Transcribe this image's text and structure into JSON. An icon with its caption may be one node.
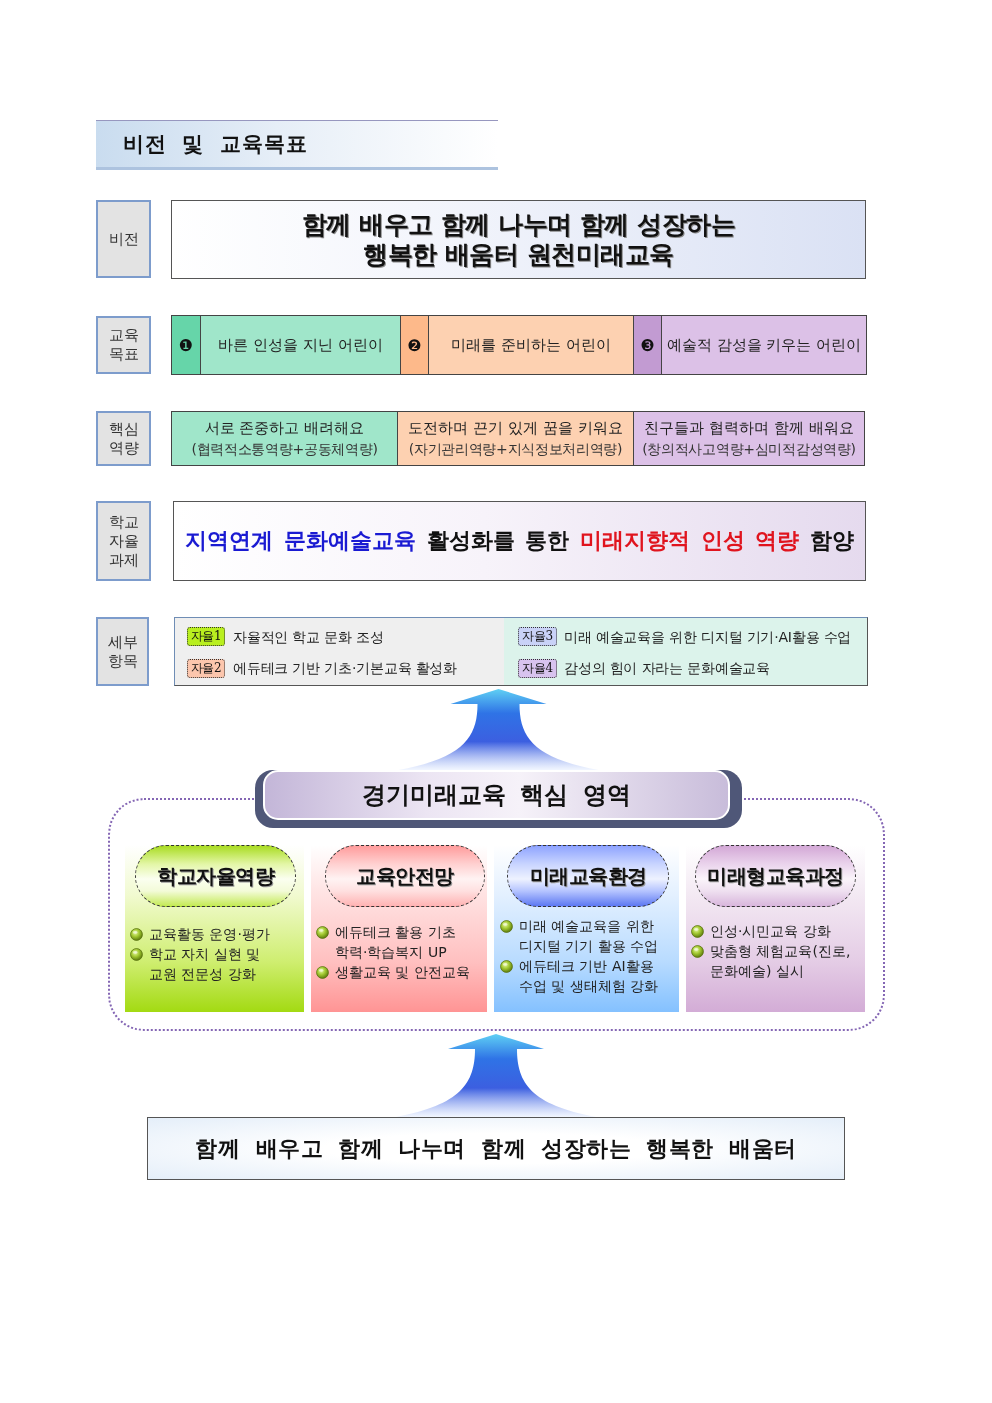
{
  "diagram": {
    "title": "비전 및 교육목표",
    "nodes": [
      {
        "text": [
          "비전"
        ]
      },
      {
        "text": [
          "함께 배우고 함께 나누며 함께 성장하는 행복한 배움터 원천미래교육"
        ]
      },
      {
        "text": [
          "교육 목표"
        ]
      },
      {
        "text": [
          "❶"
        ]
      },
      {
        "text": [
          "바른 인성을 지닌 어린이"
        ]
      },
      {
        "text": [
          "❷"
        ]
      },
      {
        "text": [
          "미래를 준비하는 어린이"
        ]
      },
      {
        "text": [
          "❸"
        ]
      },
      {
        "text": [
          "예술적 감성을 키우는 어린이"
        ]
      },
      {
        "text": [
          "핵심 역량"
        ]
      },
      {
        "text": [
          "서로 존중하고 배려해요",
          "(협력적소통역량+공동체역량)"
        ]
      },
      {
        "text": [
          "도전하며 끈기 있게 꿈을 키워요",
          "(자기관리역량+지식정보처리역량)"
        ]
      },
      {
        "text": [
          "친구들과 협력하며 함께 배워요",
          "(창의적사고역량+심미적감성역량)"
        ]
      },
      {
        "text": [
          "학교 자율 과제"
        ]
      },
      {
        "text": [
          "지역연계 문화예술교육",
          "활성화를 통한",
          "미래지향적 인성 역량",
          "함양"
        ]
      },
      {
        "text": [
          "세부 항목"
        ]
      },
      {
        "text": [],
        "shape": "box"
      },
      {
        "text": [
          "자율1"
        ],
        "in": 16,
        "beside": [
          "자율적인 학교 문화 조성"
        ]
      },
      {
        "text": [
          "자율2"
        ],
        "in": 16,
        "beside": [
          "에듀테크 기반 기초·기본교육 활성화"
        ]
      },
      {
        "text": [
          "자율3"
        ],
        "in": 16,
        "beside": [
          "미래 예술교육을 위한 디지털 기기·AI활용 수업"
        ]
      },
      {
        "text": [
          "자율4"
        ],
        "in": 16,
        "beside": [
          "감성의 힘이 자라는 문화예술교육"
        ]
      },
      {
        "text": [
          "경기미래교육 핵심 영역"
        ]
      },
      {
        "text": [],
        "shape": "box"
      },
      {
        "text": [
          "교육활동 운영·평가",
          "학교 자치 실현 및 교원 전문성 강화"
        ],
        "in": 22
      },
      {
        "text": [
          "학교자율역량"
        ],
        "in": 23
      },
      {
        "text": [
          "에듀테크 활용 기초 학력·학습복지 UP",
          "생활교육 및 안전교육"
        ],
        "in": 22
      },
      {
        "text": [
          "교육안전망"
        ],
        "in": 25
      },
      {
        "text": [
          "미래 예술교육을 위한 디지털 기기 활용 수업",
          "에듀테크 기반 AI활용 수업 및 생태체험 강화"
        ],
        "in": 22
      },
      {
        "text": [
          "미래교육환경"
        ],
        "in": 27
      },
      {
        "text": [
          "인성·시민교육 강화",
          "맞춤형 체험교육(진로, 문화예술) 실시"
        ],
        "in": 22
      },
      {
        "text": [
          "미래형교육과정"
        ],
        "in": 29
      },
      {
        "text": [
          "함께 배우고 함께 나누며 함께 성장하는 행복한 배움터"
        ]
      }
    ],
    "edges": [
      {
        "from": 21,
        "to": 16,
        "arrow": "to"
      },
      {
        "from": 31,
        "to": 22,
        "arrow": "to"
      }
    ]
  }
}
